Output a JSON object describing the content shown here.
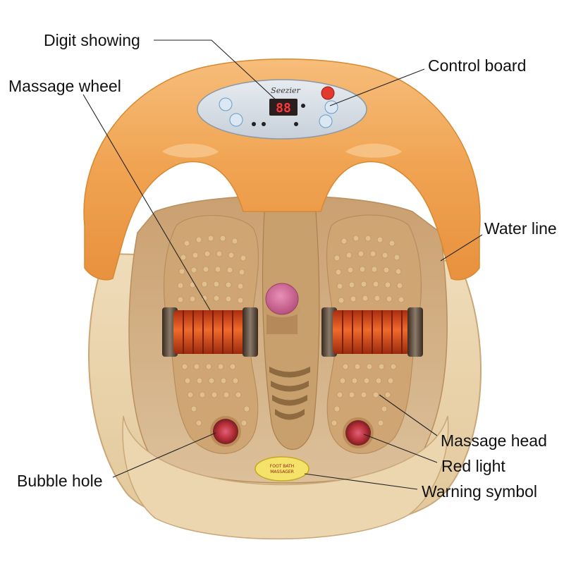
{
  "labels": {
    "digit_showing": "Digit showing",
    "control_board": "Control board",
    "massage_wheel": "Massage wheel",
    "water_line": "Water line",
    "massage_head": "Massage head",
    "red_light": "Red light",
    "bubble_hole": "Bubble hole",
    "warning_symbol": "Warning symbol"
  },
  "panel": {
    "brand": "Seezier",
    "display": "88"
  },
  "warning_sticker": {
    "line1": "FOOT BATH",
    "line2": "MASSAGER"
  },
  "colors": {
    "rim": "#f2a75a",
    "basin_body": "#e8cfa4",
    "basin_floor": "#d9b37c",
    "roller": "#e0501e",
    "display": "#c02828",
    "leader": "#222222"
  }
}
